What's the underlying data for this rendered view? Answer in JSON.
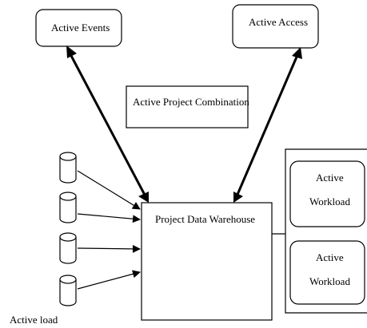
{
  "diagram": {
    "nodes": {
      "active_events": "Active Events",
      "active_access": "Active Access",
      "active_project_combination": "Active Project Combination",
      "project_data_warehouse": "Project Data Warehouse",
      "workload_1": {
        "line1": "Active",
        "line2": "Workload"
      },
      "workload_2": {
        "line1": "Active",
        "line2": "Workload"
      },
      "active_load": "Active load"
    },
    "cylinders": 4,
    "colors": {
      "stroke": "#000000",
      "background": "#ffffff"
    }
  }
}
